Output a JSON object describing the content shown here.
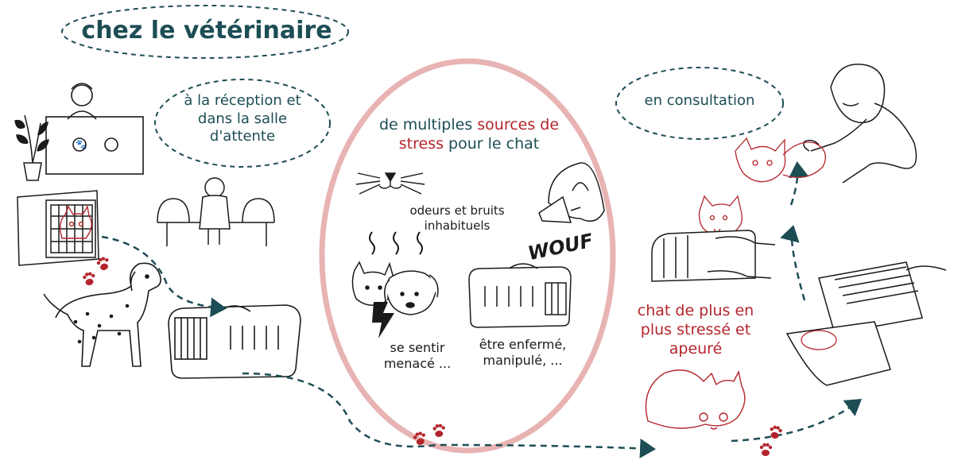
{
  "title": "chez le vétérinaire",
  "labels": {
    "reception": [
      "à la réception et",
      "dans la salle",
      "d'attente"
    ],
    "consultation": "en consultation",
    "center_part1": "de multiples ",
    "center_part2": "sources de",
    "center_part3": "stress",
    "center_part4": " pour le chat",
    "odeurs": [
      "odeurs et bruits",
      "inhabituels"
    ],
    "menace": [
      "se sentir",
      "menacé ..."
    ],
    "enferme": [
      "être enfermé,",
      "manipulé, ..."
    ],
    "stress_growing": [
      "chat de plus en",
      "plus stressé et",
      "apeuré"
    ],
    "wouf": "WOUF"
  },
  "colors": {
    "teal": "#1d4d55",
    "red": "#b3252c",
    "circle": "#e8b3b3",
    "sketch": "#1a1a1a"
  },
  "icons": [
    "plant-icon",
    "paw-print-icon",
    "pet-carrier-icon",
    "dog-icon",
    "cat-icon",
    "ear-icon",
    "megaphone-icon",
    "lightning-icon",
    "hand-icon"
  ]
}
